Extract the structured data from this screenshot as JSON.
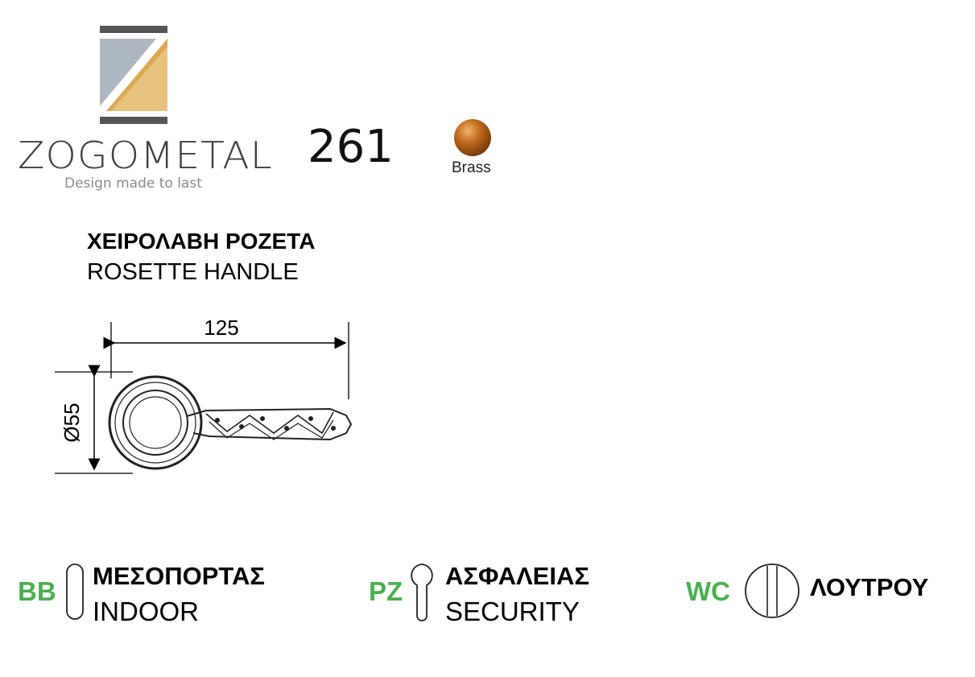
{
  "brand": {
    "name": "ZOGOMETAL",
    "tagline": "Design made to last"
  },
  "product": {
    "model_number": "261",
    "finish": {
      "label": "Brass",
      "color": "#b5651d"
    },
    "title_greek": "ΧΕΙΡΟΛΑΒΗ ΡΟΖΕΤΑ",
    "title_english": "ROSETTE HANDLE"
  },
  "drawing": {
    "length_label": "125",
    "diameter_label": "Ø55"
  },
  "legend": [
    {
      "code": "BB",
      "greek": "ΜΕΣΟΠΟΡΤΑΣ",
      "english": "INDOOR",
      "icon": "indoor-slot-icon"
    },
    {
      "code": "PZ",
      "greek": "ΑΣΦΑΛΕΙΑΣ",
      "english": "SECURITY",
      "icon": "keyhole-icon"
    },
    {
      "code": "WC",
      "greek": "ΛΟΥΤΡΟΥ",
      "icon": "wc-turn-icon"
    }
  ],
  "colors": {
    "code_green": "#4caf50",
    "logo_gray": "#b8c0c8",
    "logo_gold": "#e8c27a"
  }
}
